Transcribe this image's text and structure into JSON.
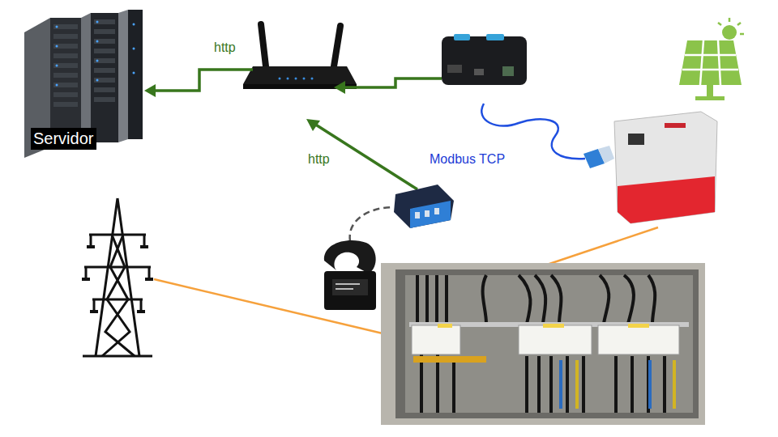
{
  "diagram": {
    "nodes": [
      {
        "text": [
          "Servidor"
        ]
      }
    ],
    "labels": [
      "http",
      "http",
      "Modbus TCP"
    ]
  }
}
